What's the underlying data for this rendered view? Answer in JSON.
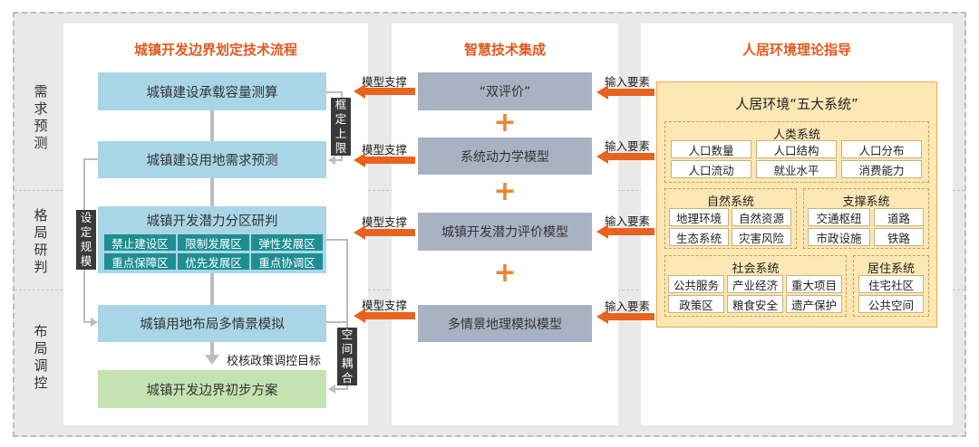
{
  "stages": [
    "需求预测",
    "格局研判",
    "布局调控"
  ],
  "panels": {
    "left_title": "城镇开发边界划定技术流程",
    "mid_title": "智慧技术集成",
    "right_title": "人居环境理论指导"
  },
  "process": {
    "step1": "城镇建设承载容量测算",
    "step2": "城镇建设用地需求预测",
    "step3_title": "城镇开发潜力分区研判",
    "zones": [
      "禁止建设区",
      "限制发展区",
      "弹性发展区",
      "重点保障区",
      "优先发展区",
      "重点协调区"
    ],
    "step4": "城镇用地布局多情景模拟",
    "step5": "城镇开发边界初步方案",
    "check_label": "校核政策调控目标",
    "box_upper": "框定上限",
    "box_rules": "设定规模",
    "box_spatial": "空间耦合"
  },
  "tech": {
    "items": [
      "“双评价”",
      "系统动力学模型",
      "城镇开发潜力评价模型",
      "多情景地理模拟模型"
    ],
    "plus": "+"
  },
  "arrows": {
    "support": "模型支撑",
    "input": "输入要素"
  },
  "env": {
    "title": "人居环境“五大系统”",
    "human": {
      "title": "人类系统",
      "items": [
        "人口数量",
        "人口结构",
        "人口分布",
        "人口流动",
        "就业水平",
        "消费能力"
      ]
    },
    "nature": {
      "title": "自然系统",
      "items": [
        "地理环境",
        "自然资源",
        "生态系统",
        "灾害风险"
      ]
    },
    "support": {
      "title": "支撑系统",
      "items": [
        "交通枢纽",
        "道路",
        "市政设施",
        "铁路"
      ]
    },
    "social": {
      "title": "社会系统",
      "items": [
        "公共服务",
        "产业经济",
        "重大项目",
        "政策区",
        "粮食安全",
        "遗产保护"
      ]
    },
    "living": {
      "title": "居住系统",
      "items": [
        "住宅社区",
        "公共空间"
      ]
    }
  },
  "colors": {
    "accent": "#e2591d",
    "arrow": "#e8631e",
    "step_blue": "#a9d6e6",
    "step_green": "#c4e3b1",
    "zone_teal": "#1e8e92",
    "tech_gray": "#a9b2c3",
    "env_fill": "#fce8b5"
  }
}
